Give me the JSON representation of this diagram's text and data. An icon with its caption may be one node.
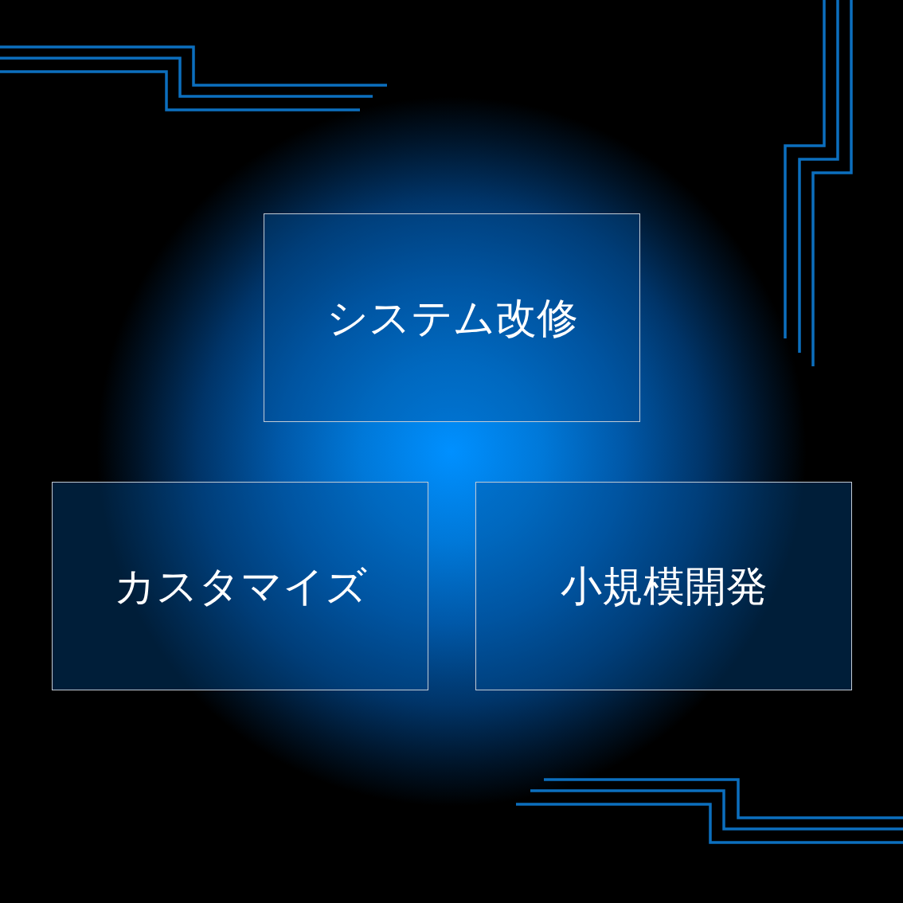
{
  "diagram": {
    "nodes": [
      {
        "text": [
          "システム改修"
        ]
      },
      {
        "text": [
          "カスタマイズ"
        ]
      },
      {
        "text": [
          "小規模開発"
        ]
      }
    ]
  }
}
